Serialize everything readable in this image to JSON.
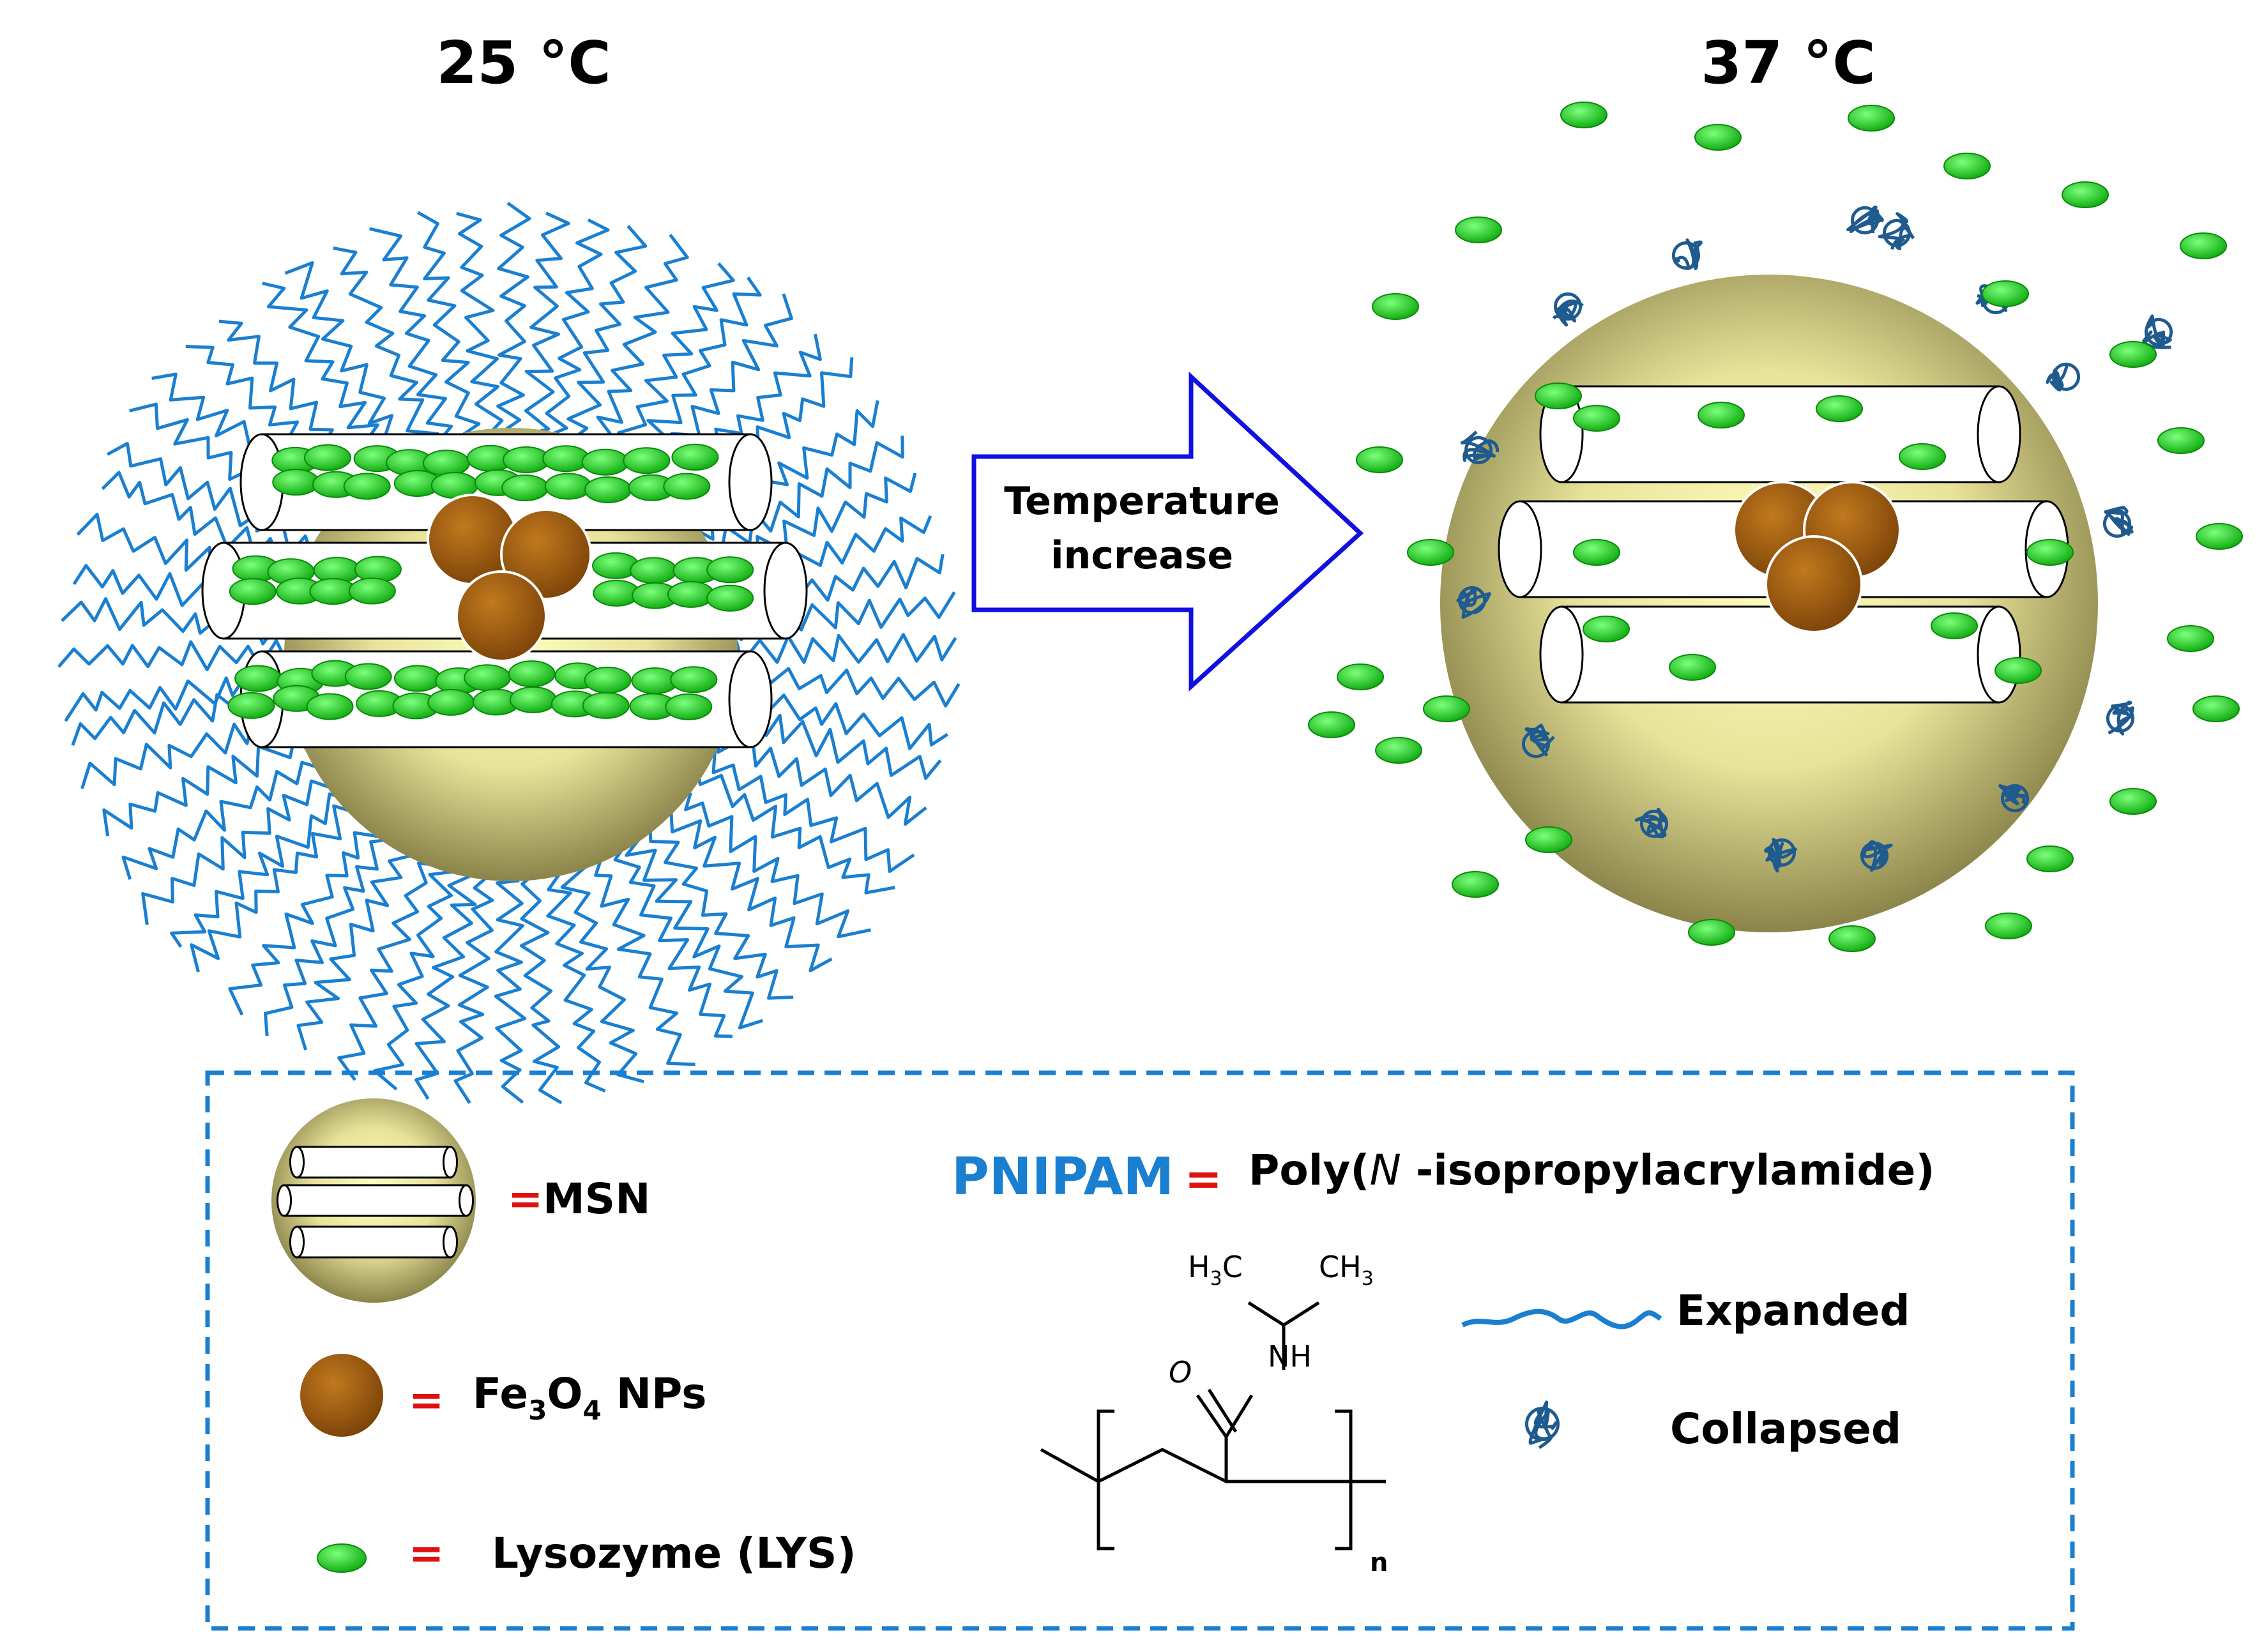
{
  "left_panel": {
    "temperature": "25 °C"
  },
  "right_panel": {
    "temperature": "37 °C"
  },
  "arrow": {
    "line1": "Temperature",
    "line2": "increase"
  },
  "legend": {
    "msn": {
      "eq": "=",
      "label": "MSN"
    },
    "fe3o4": {
      "eq": "=",
      "label_main": "Fe",
      "sub1": "3",
      "mid": "O",
      "sub2": "4",
      "tail": " NPs"
    },
    "lys": {
      "eq": "=",
      "label": "Lysozyme (LYS)"
    },
    "pnipam": {
      "abbr": "PNIPAM",
      "eq": "=",
      "name_pre": "Poly(",
      "name_italic": "N",
      "name_post": " -isopropylacrylamide)"
    },
    "structure": {
      "h3c": "H",
      "h3c_sub": "3",
      "h3c_c": "C",
      "ch3": "CH",
      "ch3_sub": "3",
      "nh": "NH",
      "o": "O",
      "n": "n"
    },
    "expanded": "Expanded",
    "collapsed": "Collapsed"
  },
  "colors": {
    "pnipam_blue": "#1a7fd1",
    "collapsed_blue": "#1f5b8f",
    "lysozyme_green": "#1ccc1c",
    "fe3o4_brown": "#9a5a10",
    "msn_gold": "#c8c070",
    "arrow_outline": "#1010e0",
    "legend_border": "#1a7fd1",
    "equals_red": "#e01010"
  }
}
